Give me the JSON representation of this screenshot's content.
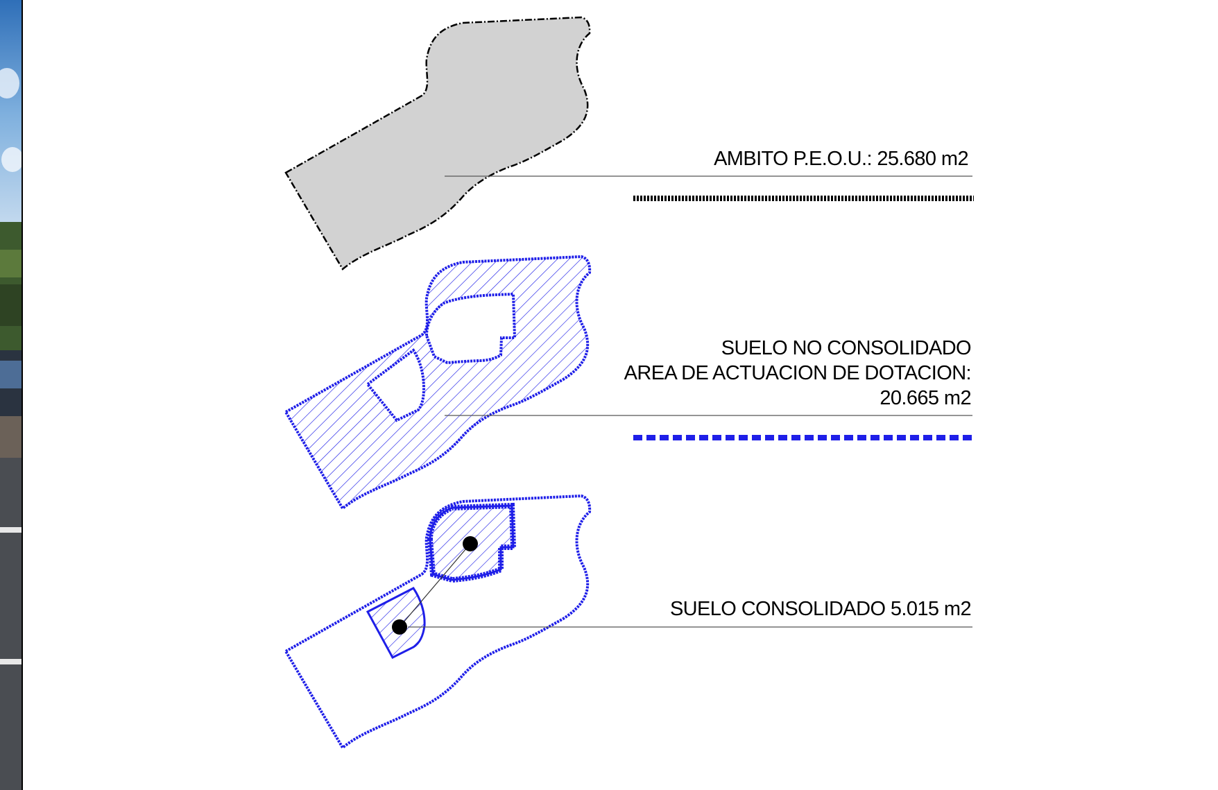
{
  "sections": [
    {
      "id": "ambito",
      "lines": [
        "AMBITO P.E.O.U.: 25.680 m2"
      ],
      "legend_style": "black-dashdot"
    },
    {
      "id": "suelo-no-consolidado",
      "lines": [
        "SUELO NO CONSOLIDADO",
        "AREA DE ACTUACION DE DOTACION:",
        "20.665 m2"
      ],
      "legend_style": "blue-dashed"
    },
    {
      "id": "suelo-consolidado",
      "lines": [
        "SUELO CONSOLIDADO 5.015 m2"
      ]
    }
  ],
  "colors": {
    "boundary_blue": "#1f1fe8",
    "ambito_fill": "#d2d2d2",
    "line_black": "#000000",
    "leader_gray": "#555555"
  }
}
